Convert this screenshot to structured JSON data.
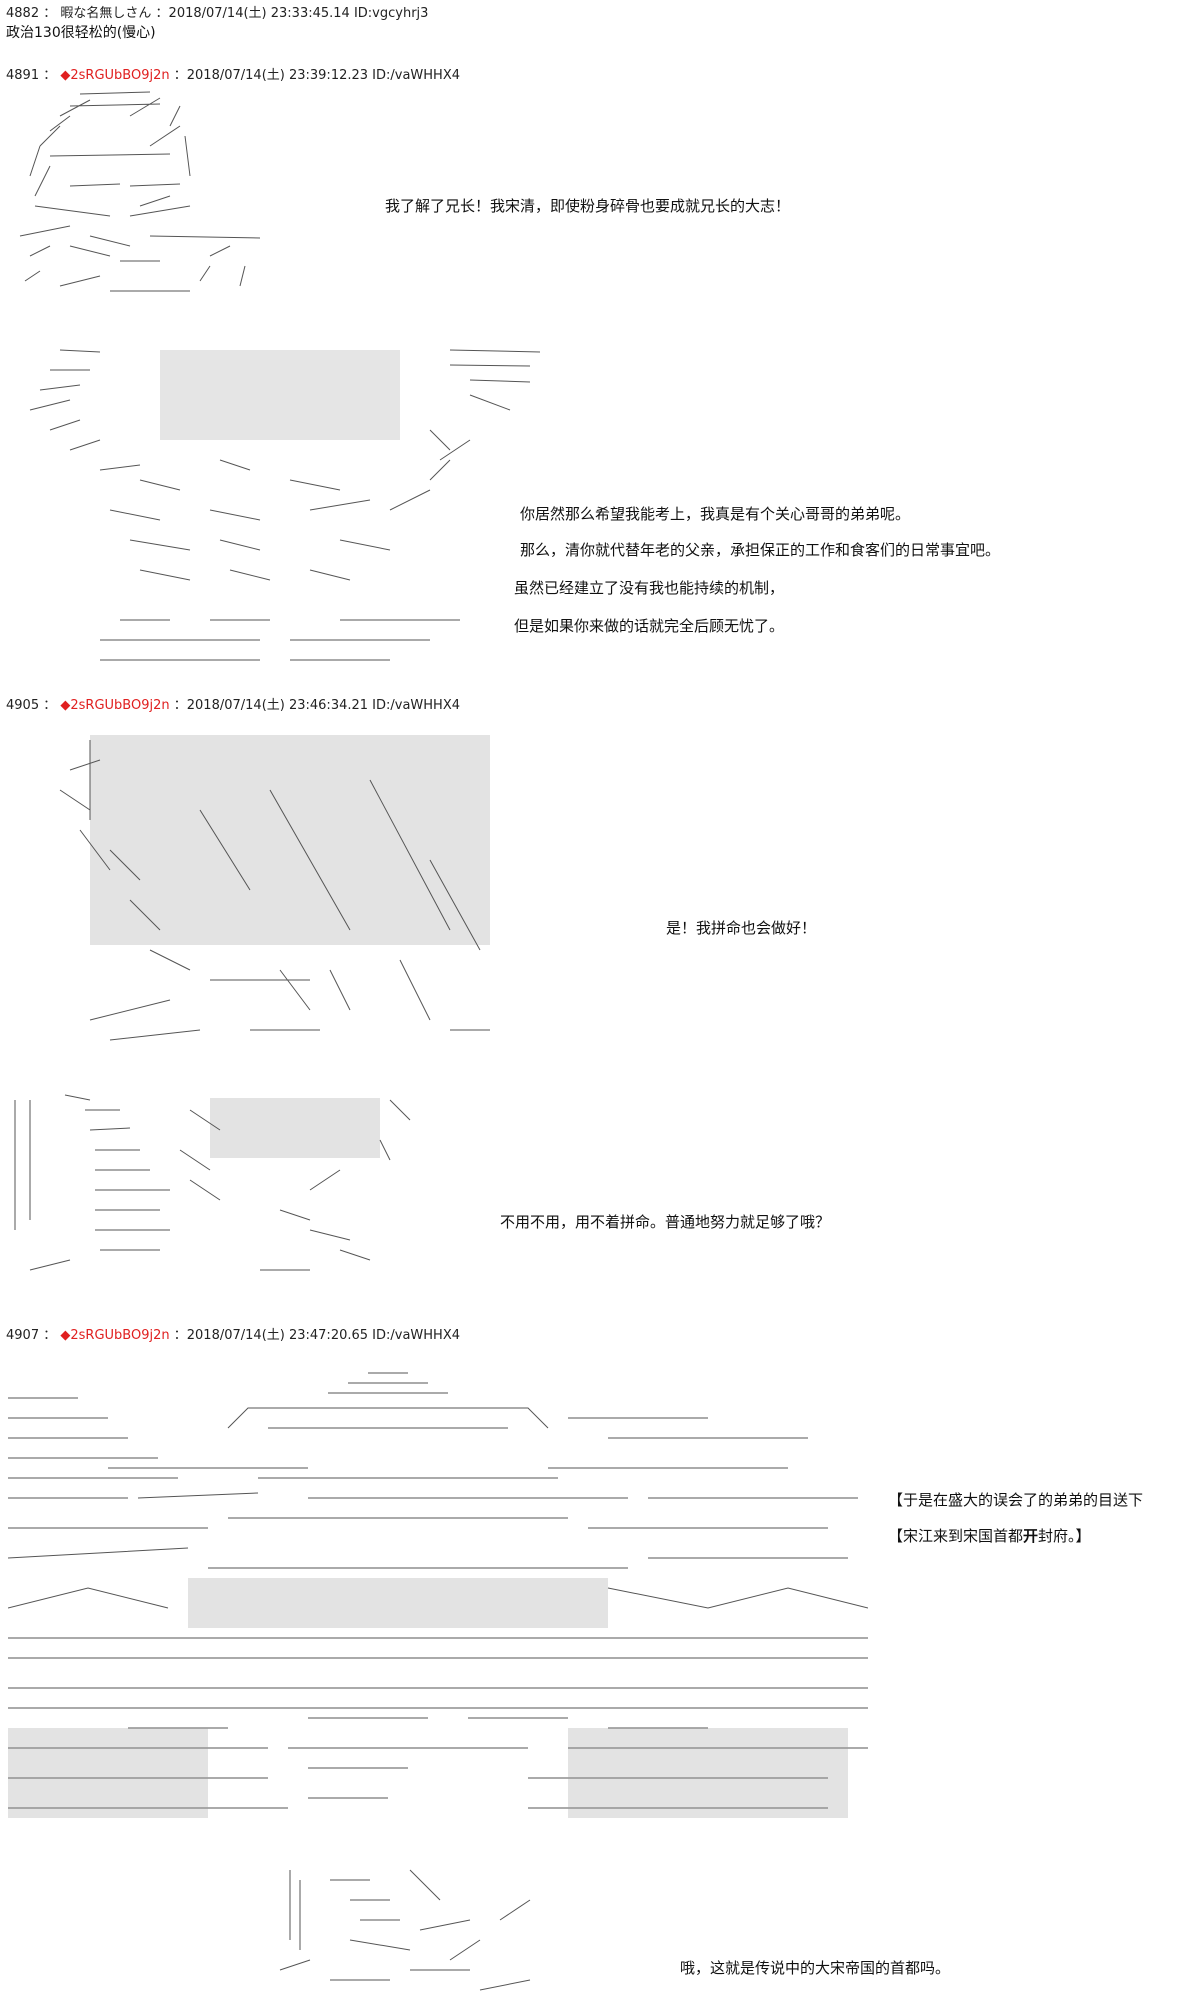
{
  "posts": [
    {
      "number": "4882",
      "separator": "：",
      "name": "暇な名無しさん",
      "datetime": "：2018/07/14(土) 23:33:45.14 ID:vgcyhrj3",
      "body": "政治130很轻松的(慢心)"
    },
    {
      "number": "4891",
      "separator": "：",
      "trip": "◆2sRGUbBO9j2n",
      "datetime": "：2018/07/14(土) 23:39:12.23 ID:/vaWHHX4",
      "lines": [
        "我了解了兄长！我宋清，即使粉身碎骨也要成就兄长的大志！",
        "你居然那么希望我能考上，我真是有个关心哥哥的弟弟呢。",
        "那么，清你就代替年老的父亲，承担保正的工作和食客们的日常事宜吧。",
        "虽然已经建立了没有我也能持续的机制，",
        "但是如果你来做的话就完全后顾无忧了。"
      ]
    },
    {
      "number": "4905",
      "separator": "：",
      "trip": "◆2sRGUbBO9j2n",
      "datetime": "：2018/07/14(土) 23:46:34.21 ID:/vaWHHX4",
      "lines": [
        "是！我拼命也会做好！",
        "不用不用，用不着拼命。普通地努力就足够了哦？"
      ]
    },
    {
      "number": "4907",
      "separator": "：",
      "trip": "◆2sRGUbBO9j2n",
      "datetime": "：2018/07/14(土) 23:47:20.65 ID:/vaWHHX4",
      "lines": [
        "【于是在盛大的误会了的弟弟的目送下",
        "【宋江来到宋国首都",
        "开",
        "封府。】",
        "哦，这就是传说中的大宋帝国的首都吗。"
      ]
    }
  ],
  "colors": {
    "trip": "#e02020",
    "text": "#111111",
    "art_stroke": "#555555"
  }
}
